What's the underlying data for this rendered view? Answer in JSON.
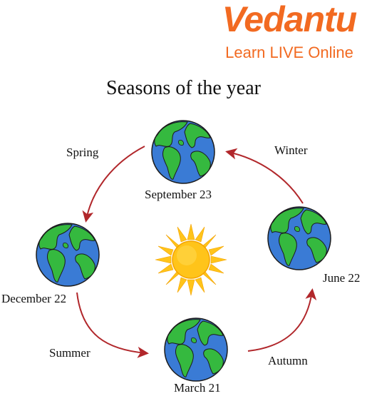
{
  "logo": {
    "brand": "Vedantu",
    "tagline": "Learn LIVE Online"
  },
  "title": "Seasons of the year",
  "dates": {
    "september": "September 23",
    "december": "December 22",
    "march": "March 21",
    "june": "June 22"
  },
  "seasons": {
    "spring": "Spring",
    "summer": "Summer",
    "autumn": "Autumn",
    "winter": "Winter"
  },
  "colors": {
    "brand": "#f26a21",
    "arrow": "#b1272b",
    "ocean": "#3a7bd5",
    "land": "#35b93f",
    "sun": "#ffc41a"
  }
}
